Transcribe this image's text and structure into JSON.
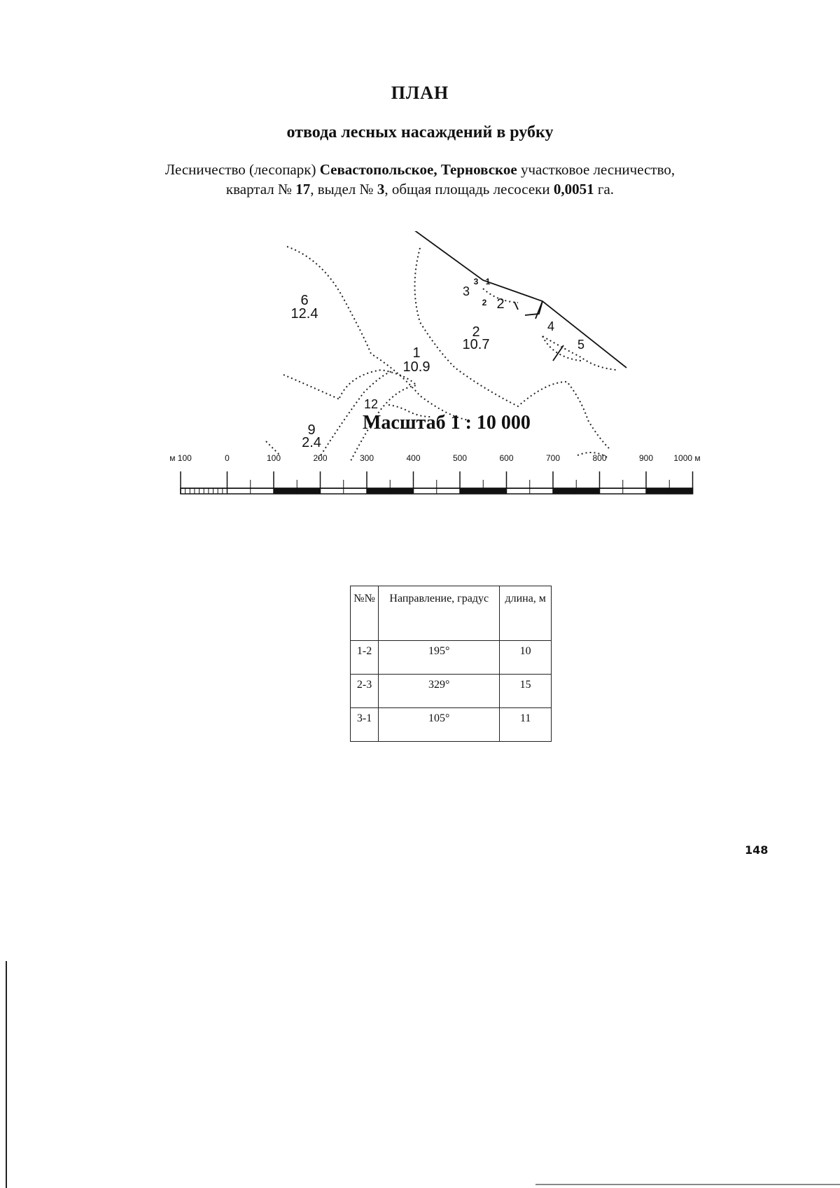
{
  "document": {
    "title": "ПЛАН",
    "subtitle": "отвода лесных насаждений в рубку",
    "info": {
      "prefix": "Лесничество (лесопарк) ",
      "forestry": "Севастопольское",
      "sep": ", ",
      "district": "Терновское",
      "district_suffix": "  участковое лесничество,",
      "quarter_prefix": "квартал № ",
      "quarter": "17",
      "section_prefix": ", выдел № ",
      "section": "3",
      "area_prefix": ", общая площадь лесосеки ",
      "area": "0,0051",
      "area_unit": " га."
    },
    "page_number": "148"
  },
  "map": {
    "scale_label": "Масштаб  1 : 10 000",
    "plots": [
      {
        "number": "6",
        "area": "12.4"
      },
      {
        "number": "1",
        "area": "10.9"
      },
      {
        "number": "2",
        "area": "10.7"
      },
      {
        "number": "9",
        "area": "2.4"
      },
      {
        "number": "12",
        "area": ""
      }
    ],
    "small_labels": [
      "3",
      "2",
      "4",
      "5"
    ],
    "point_labels": [
      "3",
      "1",
      "2"
    ],
    "scale_ticks": [
      "м 100",
      "0",
      "100",
      "200",
      "300",
      "400",
      "500",
      "600",
      "700",
      "800",
      "900",
      "1000 м"
    ]
  },
  "table": {
    "headers": [
      "№№",
      "Направление, градус",
      "длина, м"
    ],
    "rows": [
      [
        "1-2",
        "195°",
        "10"
      ],
      [
        "2-3",
        "329°",
        "15"
      ],
      [
        "3-1",
        "105°",
        "11"
      ]
    ]
  }
}
